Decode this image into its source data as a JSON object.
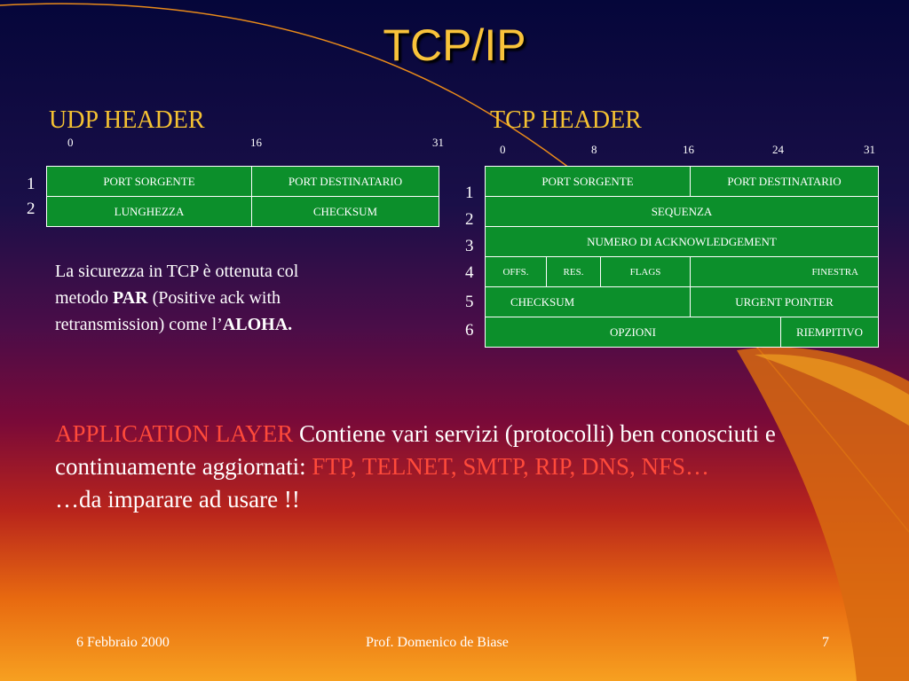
{
  "title": "TCP/IP",
  "udp": {
    "heading": "UDP HEADER",
    "bit_numbers": [
      "0",
      "16",
      "31"
    ],
    "row_numbers": [
      "1",
      "2"
    ],
    "rows": [
      [
        "PORT SORGENTE",
        "PORT DESTINATARIO"
      ],
      [
        "LUNGHEZZA",
        "CHECKSUM"
      ]
    ]
  },
  "tcp": {
    "heading": "TCP HEADER",
    "bit_numbers": [
      "0",
      "8",
      "16",
      "24",
      "31"
    ],
    "row_numbers": [
      "1",
      "2",
      "3",
      "4",
      "5",
      "6"
    ],
    "rows": [
      [
        "PORT SORGENTE",
        "PORT DESTINATARIO"
      ],
      [
        "SEQUENZA"
      ],
      [
        "NUMERO DI ACKNOWLEDGEMENT"
      ],
      [
        "OFFS.",
        "RES.",
        "FLAGS",
        "FINESTRA"
      ],
      [
        "CHECKSUM",
        "URGENT POINTER"
      ],
      [
        "OPZIONI",
        "RIEMPITIVO"
      ]
    ]
  },
  "security": {
    "line1": "La sicurezza in TCP è ottenuta col",
    "line2_pre": "metodo ",
    "line2_bold": "PAR",
    "line2_post": " (Positive ack with",
    "line3_pre": "retransmission) come l’",
    "line3_bold": "ALOHA."
  },
  "application": {
    "label": "APPLICATION LAYER",
    "text1": " Contiene vari servizi (protocolli) ben conosciuti e continuamente aggiornati: ",
    "protocols": "FTP, TELNET, SMTP, RIP, DNS, NFS…",
    "text2": "…da imparare ad usare !!"
  },
  "footer": {
    "date": "6 Febbraio 2000",
    "author": "Prof. Domenico de Biase",
    "page": "7"
  }
}
